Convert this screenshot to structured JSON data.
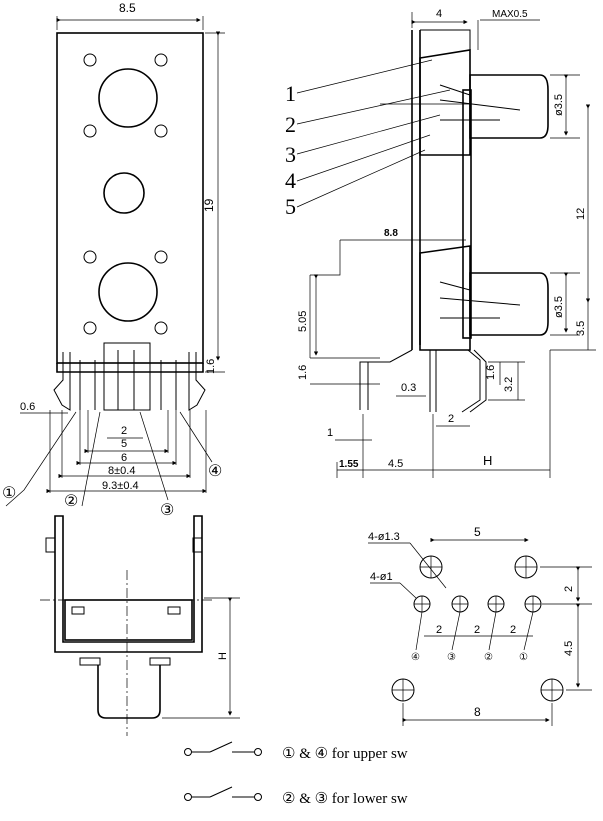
{
  "front_view": {
    "width_label": "8.5",
    "height_label": "19",
    "base_label": "1.6",
    "pin_dia_label": "0.6",
    "pitch_labels": [
      "2",
      "5",
      "6",
      "8±0.4",
      "9.3±0.4"
    ],
    "pin_numbers": [
      "①",
      "②",
      "③",
      "④"
    ]
  },
  "side_view": {
    "width_label": "4",
    "max_label": "MAX0.5",
    "part_numbers": [
      "1",
      "2",
      "3",
      "4",
      "5"
    ],
    "span_label": "8.8",
    "height_505": "5.05",
    "dia_top": "ø3.5",
    "dia_bottom": "ø3.5",
    "pitch_12": "12",
    "offset_35": "3.5",
    "lead_16_left": "1.6",
    "lead_03": "0.3",
    "lead_1": "1",
    "lead_155": "1.55",
    "lead_45": "4.5",
    "lead_H": "H",
    "lead_16_right": "1.6",
    "lead_32": "3.2",
    "lead_2": "2"
  },
  "bottom_view": {
    "H_label": "H"
  },
  "footprint": {
    "big_hole_label": "4-ø1.3",
    "small_hole_label": "4-ø1",
    "top_pitch": "5",
    "row_gap": "2",
    "small_pitches": [
      "2",
      "2",
      "2"
    ],
    "vertical_45": "4.5",
    "bottom_pitch": "8",
    "pin_markers": [
      "④",
      "③",
      "②",
      "①"
    ]
  },
  "legend": {
    "line1": "① & ④ for upper sw",
    "line2": "② & ③ for lower sw"
  }
}
